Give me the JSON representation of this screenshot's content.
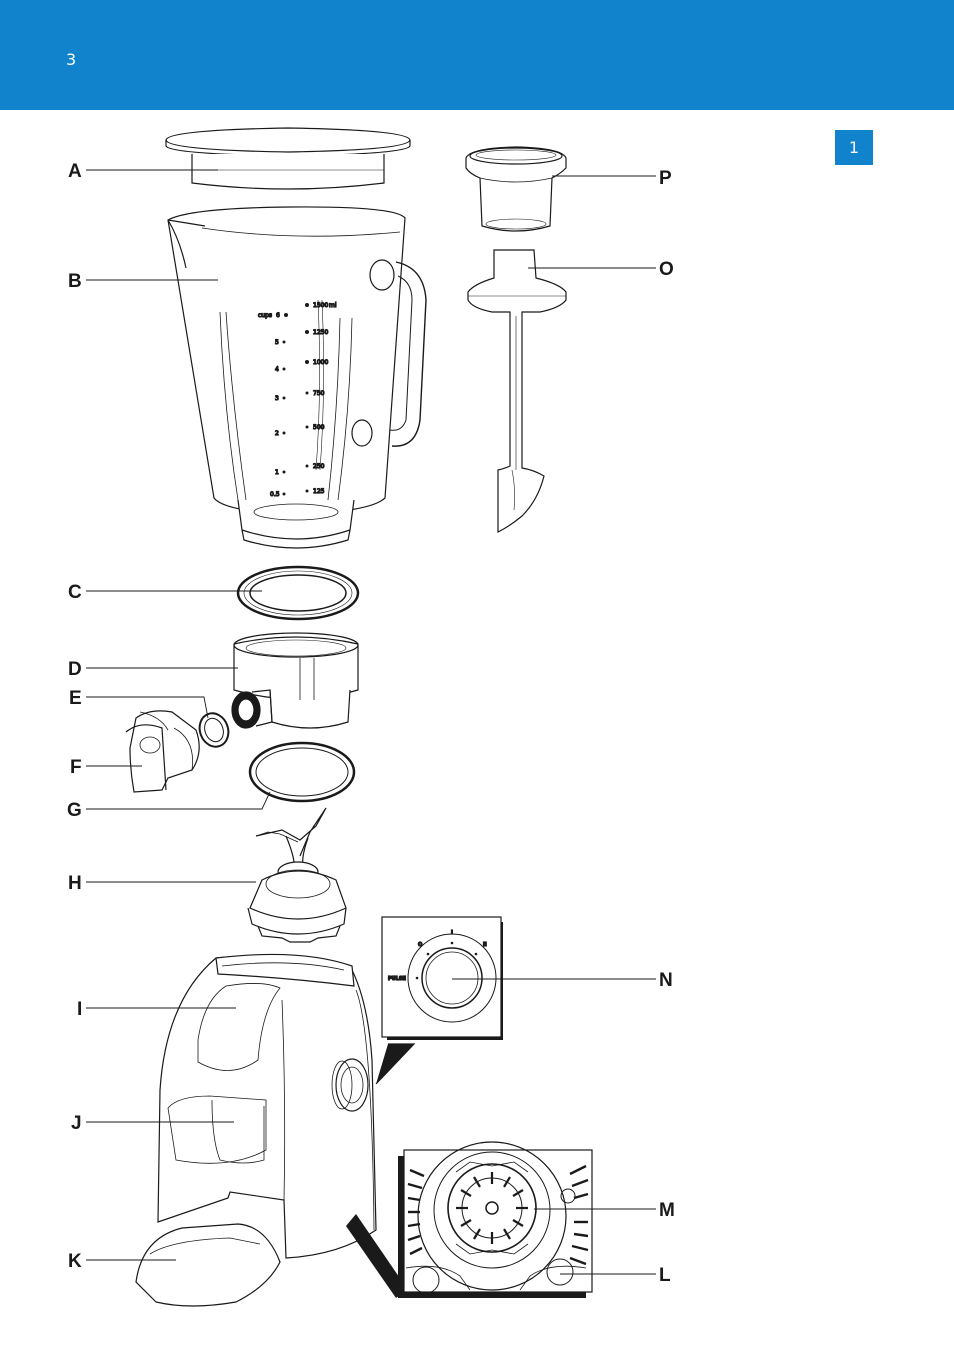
{
  "header": {
    "page_number": "3",
    "color": "#1083cc"
  },
  "figure": {
    "number": "1"
  },
  "labels": {
    "A": "A",
    "B": "B",
    "C": "C",
    "D": "D",
    "E": "E",
    "F": "F",
    "G": "G",
    "H": "H",
    "I": "I",
    "J": "J",
    "K": "K",
    "L": "L",
    "M": "M",
    "N": "N",
    "O": "O",
    "P": "P"
  },
  "jar_scale": {
    "cups_label": "cups",
    "cups": [
      "6",
      "5",
      "4",
      "3",
      "2",
      "1",
      "0.5"
    ],
    "ml_unit": "ml",
    "ml": [
      "1500",
      "1250",
      "1000",
      "750",
      "500",
      "250",
      "125"
    ]
  },
  "control_panel": {
    "positions": [
      "O",
      "I",
      "II"
    ],
    "pulse_label": "PULSE"
  }
}
